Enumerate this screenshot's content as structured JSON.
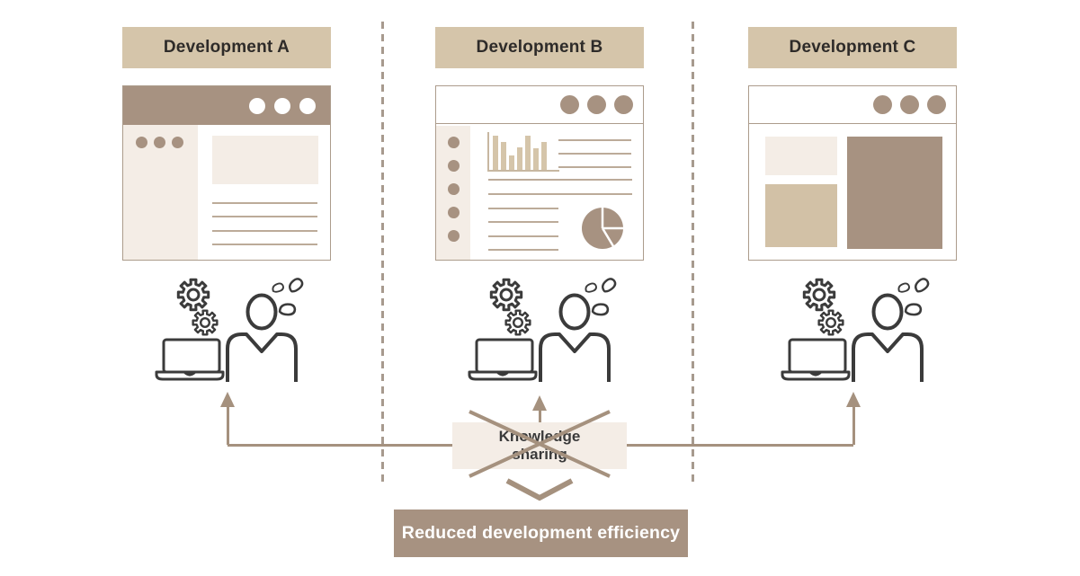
{
  "columns": [
    {
      "label": "Development A"
    },
    {
      "label": "Development B"
    },
    {
      "label": "Development C"
    }
  ],
  "knowledge_box": {
    "line1": "Knowledge",
    "line2": "sharing"
  },
  "result_box": {
    "label": "Reduced development efficiency"
  },
  "browser_b": {
    "bar_heights": [
      38,
      31,
      16,
      25,
      38,
      24,
      31
    ]
  },
  "colors": {
    "header_bg": "#d5c5aa",
    "dark_tan": "#a79281",
    "cream": "#f4ede6",
    "tan_block": "#d2c1a6",
    "line_tan": "#bcab99",
    "bar_fill": "#d5c5aa",
    "axis": "#c7b7a1",
    "connector": "#a5917e",
    "dash": "#a79a8e",
    "window_border": "#ac9c8c",
    "ink": "#2e2b29",
    "icon_stroke": "#3b3b3b"
  }
}
